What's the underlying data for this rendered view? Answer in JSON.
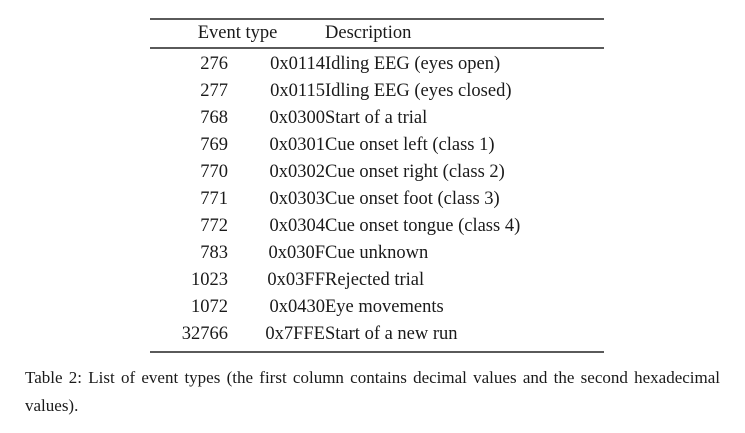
{
  "table": {
    "columns": {
      "group_header": "Event type",
      "description_header": "Description",
      "decimal_key": "decimal",
      "hex_key": "hex",
      "description_key": "description"
    },
    "rows": [
      {
        "decimal": "276",
        "hex": "0x0114",
        "description": "Idling EEG (eyes open)"
      },
      {
        "decimal": "277",
        "hex": "0x0115",
        "description": "Idling EEG (eyes closed)"
      },
      {
        "decimal": "768",
        "hex": "0x0300",
        "description": "Start of a trial"
      },
      {
        "decimal": "769",
        "hex": "0x0301",
        "description": "Cue onset left (class 1)"
      },
      {
        "decimal": "770",
        "hex": "0x0302",
        "description": "Cue onset right (class 2)"
      },
      {
        "decimal": "771",
        "hex": "0x0303",
        "description": "Cue onset foot (class 3)"
      },
      {
        "decimal": "772",
        "hex": "0x0304",
        "description": "Cue onset tongue (class 4)"
      },
      {
        "decimal": "783",
        "hex": "0x030F",
        "description": "Cue unknown"
      },
      {
        "decimal": "1023",
        "hex": "0x03FF",
        "description": "Rejected trial"
      },
      {
        "decimal": "1072",
        "hex": "0x0430",
        "description": "Eye movements"
      },
      {
        "decimal": "32766",
        "hex": "0x7FFE",
        "description": "Start of a new run"
      }
    ]
  },
  "caption": {
    "label": "Table 2:",
    "text": "List of event types (the first column contains decimal values and the second hexadecimal values)."
  },
  "colors": {
    "page_background": "#ffffff",
    "text": "#1a1a1a",
    "rule": "#5a5a5a"
  }
}
